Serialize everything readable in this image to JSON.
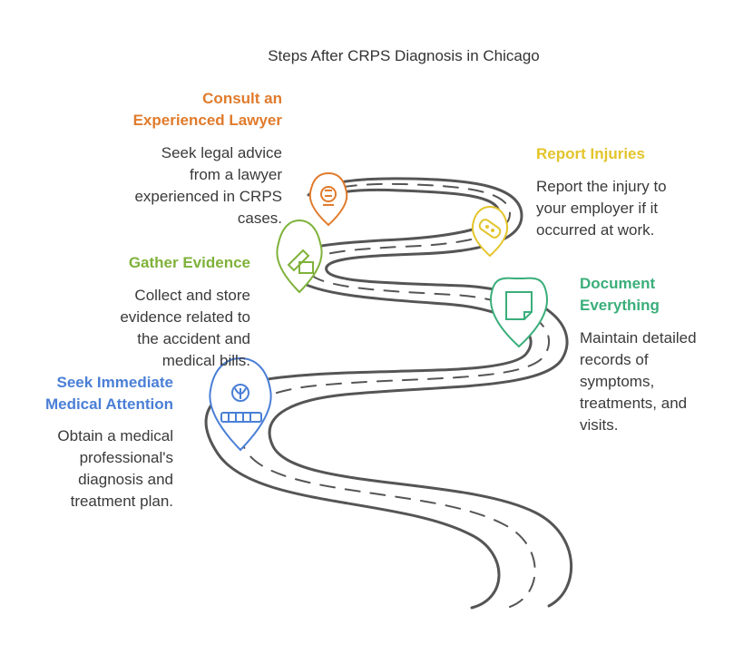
{
  "title": "Steps After CRPS Diagnosis in Chicago",
  "colors": {
    "road": "#555555",
    "blue": "#4a7fd6",
    "green": "#7fb23a",
    "orange": "#e07b2c",
    "yellow": "#e3c42a",
    "teal": "#3aae7a"
  },
  "steps": [
    {
      "id": "seek-medical",
      "title_line1": "Seek Immediate",
      "title_line2": "Medical Attention",
      "desc": [
        "Obtain a medical",
        "professional's",
        "diagnosis and",
        "treatment plan."
      ],
      "icon": "medical-icon",
      "color": "blue"
    },
    {
      "id": "gather-evidence",
      "title_line1": "Gather Evidence",
      "desc": [
        "Collect and store",
        "evidence related to",
        "the accident and",
        "medical bills."
      ],
      "icon": "evidence-icon",
      "color": "green"
    },
    {
      "id": "consult-lawyer",
      "title_line1": "Consult an",
      "title_line2": "Experienced Lawyer",
      "desc": [
        "Seek legal advice",
        "from a lawyer",
        "experienced in CRPS",
        "cases."
      ],
      "icon": "lawyer-icon",
      "color": "orange"
    },
    {
      "id": "report-injuries",
      "title_line1": "Report Injuries",
      "desc": [
        "Report the injury to",
        "your employer if it",
        "occurred at work."
      ],
      "icon": "bandage-icon",
      "color": "yellow"
    },
    {
      "id": "document-everything",
      "title_line1": "Document",
      "title_line2": "Everything",
      "desc": [
        "Maintain detailed",
        "records of",
        "symptoms,",
        "treatments, and",
        "visits."
      ],
      "icon": "document-icon",
      "color": "teal"
    }
  ]
}
